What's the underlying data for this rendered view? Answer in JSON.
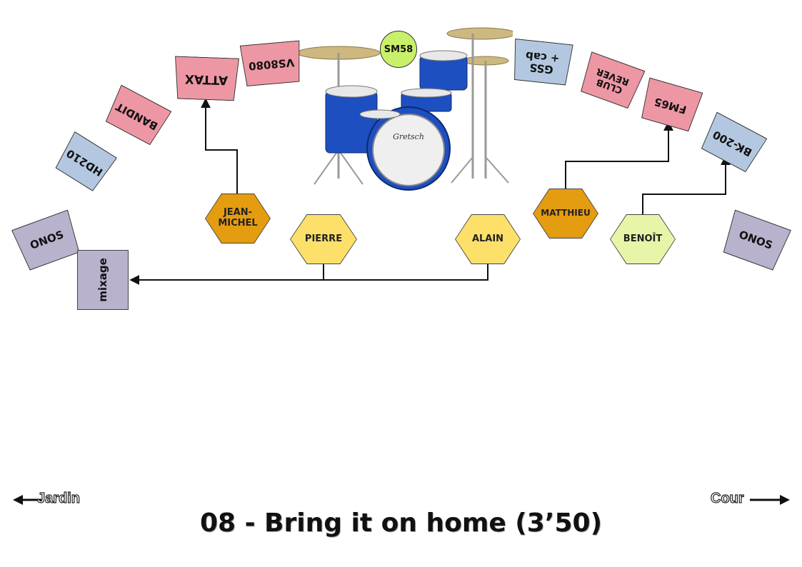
{
  "title": "08 - Bring it on home (3’50)",
  "sides": {
    "left": "Jardin",
    "right": "Cour"
  },
  "mic": "SM58",
  "mixing_desk": "mixage",
  "amps": {
    "onos_left": "ONOS",
    "hd210": "HD210",
    "bandit": "BANDIT",
    "attax": "ATTAX",
    "vs8080": "VS8080",
    "gss": "GSS\n+ cab",
    "club_reverb": "CLUB\nREVER",
    "fm65": "FM65",
    "bk200": "BK-200",
    "onos_right": "ONOS"
  },
  "musicians": {
    "jean_michel": "JEAN-\nMICHEL",
    "pierre": "PIERRE",
    "alain": "ALAIN",
    "matthieu": "MATTHIEU",
    "benoit": "BENOÎT"
  },
  "colors": {
    "pink": "#ee97a4",
    "blue": "#b3c8e0",
    "lilac": "#b8b2cc",
    "orange": "#e49c10",
    "yellow": "#fde06a",
    "lime": "#e7f5a8",
    "mic": "#c9f06a"
  }
}
